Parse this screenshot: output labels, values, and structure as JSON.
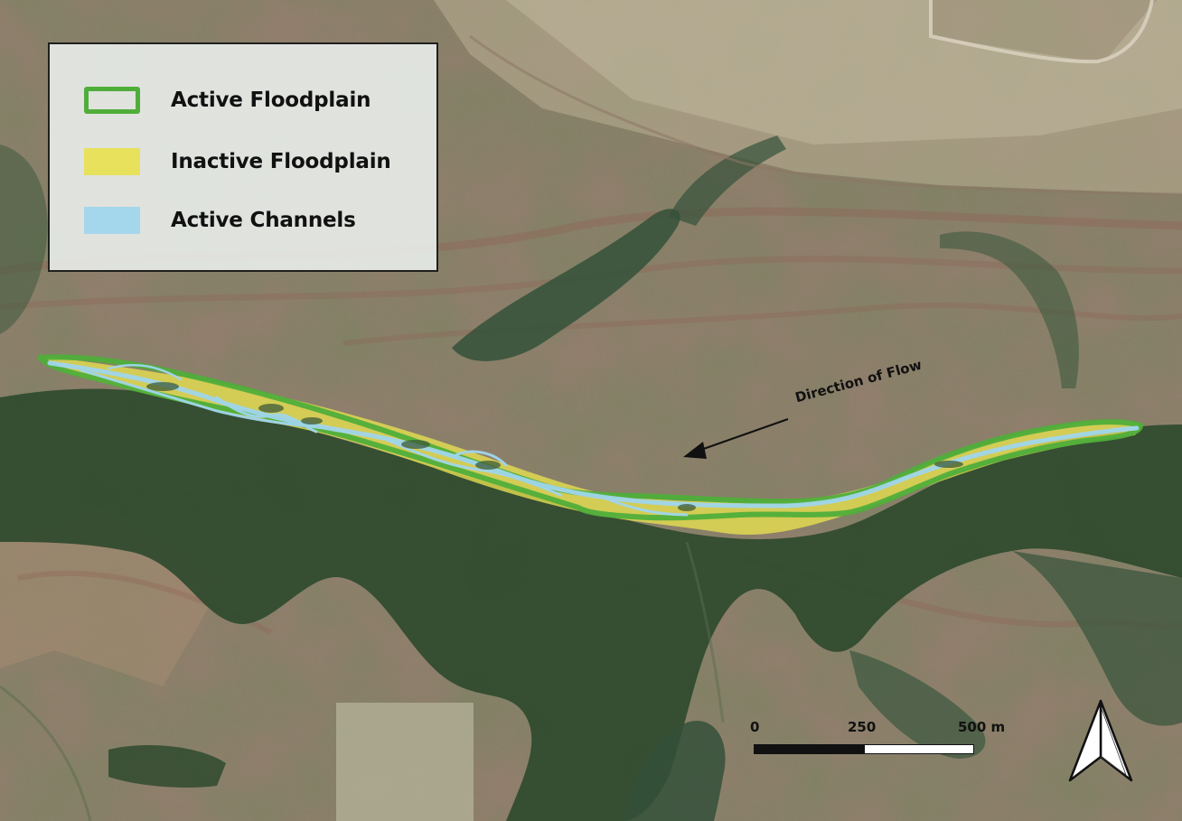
{
  "legend": {
    "items": [
      {
        "label": "Active Floodplain",
        "symbol": "green-outline",
        "color": "#4fae3a"
      },
      {
        "label": "Inactive Floodplain",
        "symbol": "yellow-fill",
        "color": "#e8e150"
      },
      {
        "label": "Active Channels",
        "symbol": "blue-fill",
        "color": "#a0d6ec"
      }
    ]
  },
  "annotation": {
    "flow_label": "Direction of Flow"
  },
  "scale_bar": {
    "tick_0": "0",
    "tick_1": "250",
    "tick_2": "500 m"
  },
  "north_arrow": {
    "icon": "north-arrow-icon"
  },
  "colors": {
    "terrain": "#9a8272",
    "vegetation": "#2f4a2e",
    "active_floodplain": "#4fae3a",
    "inactive_floodplain": "#e8e150",
    "active_channels": "#a0d6ec"
  }
}
